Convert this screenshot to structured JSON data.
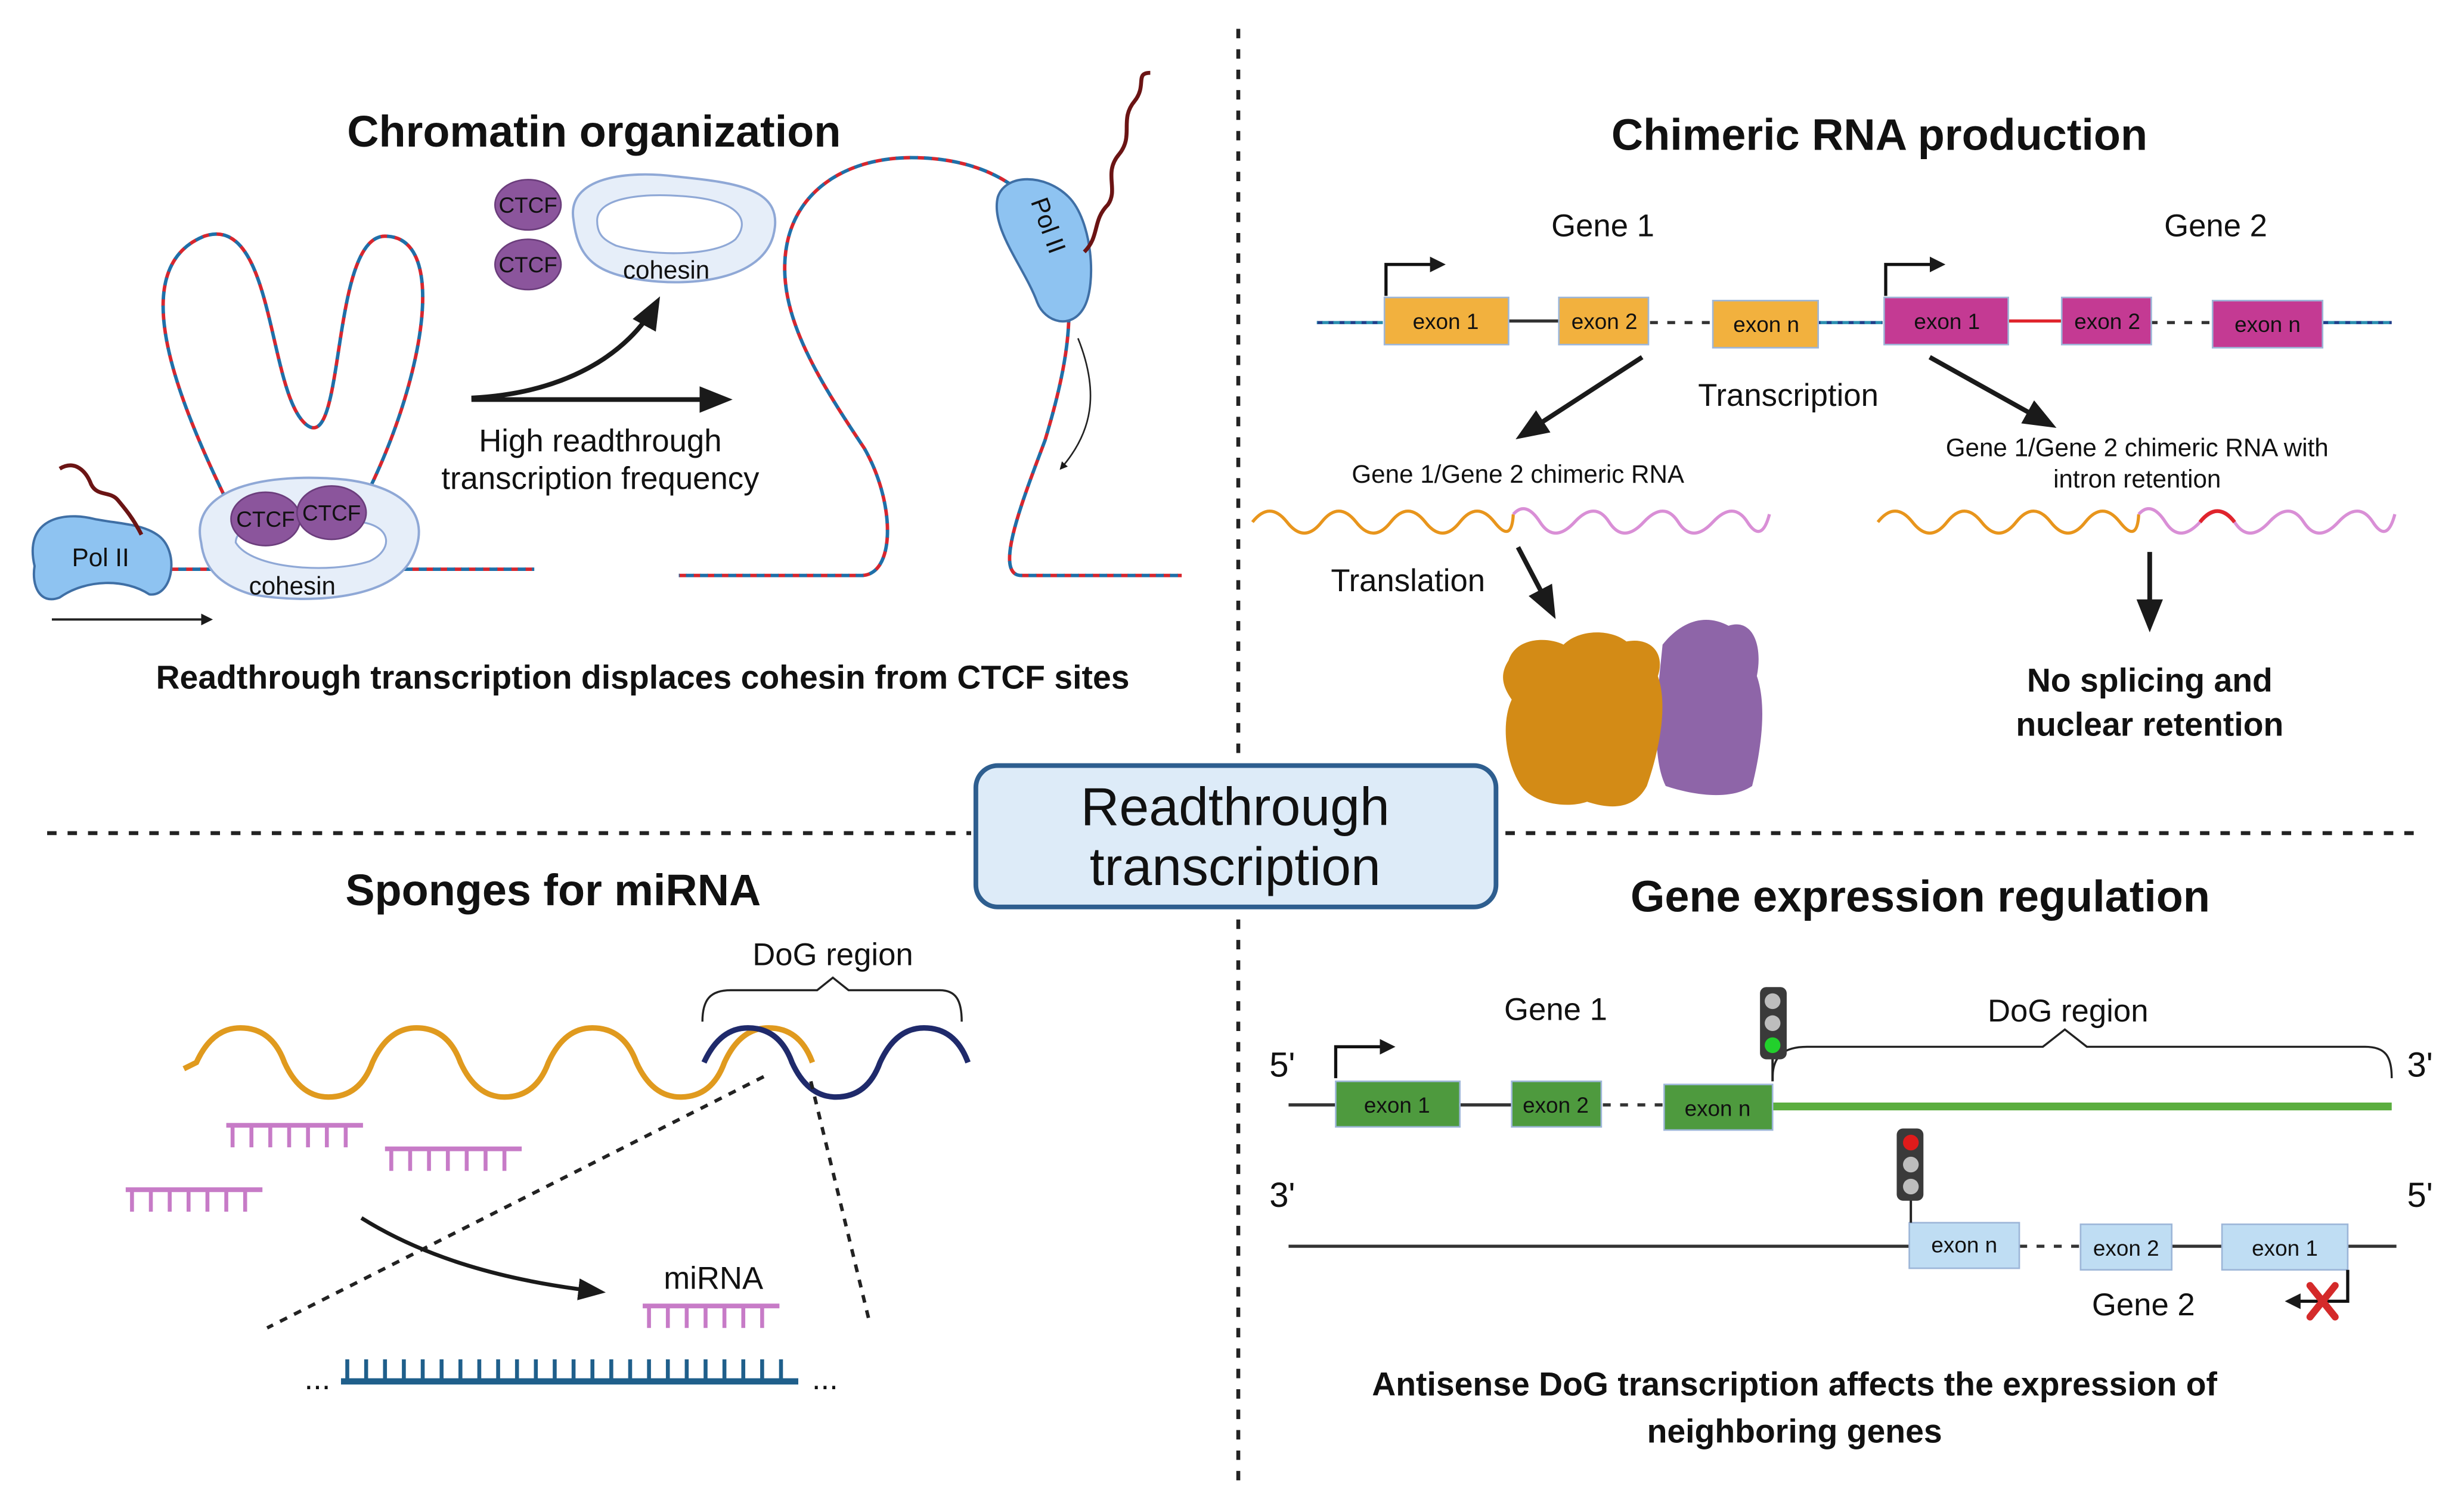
{
  "center": {
    "line1": "Readthrough",
    "line2": "transcription"
  },
  "chromatin": {
    "title": "Chromatin organization",
    "pol_ii": "Pol II",
    "ctcf": "CTCF",
    "cohesin": "cohesin",
    "arrow_label_1": "High readthrough",
    "arrow_label_2": "transcription frequency",
    "caption": "Readthrough transcription displaces cohesin from CTCF sites"
  },
  "chimeric": {
    "title": "Chimeric RNA production",
    "gene1": "Gene 1",
    "gene2": "Gene 2",
    "exons": [
      "exon 1",
      "exon 2",
      "exon n"
    ],
    "transcription": "Transcription",
    "rna_left": "Gene 1/Gene 2 chimeric RNA",
    "rna_right_1": "Gene 1/Gene 2 chimeric RNA with",
    "rna_right_2": "intron retention",
    "translation": "Translation",
    "outcome_1": "No splicing and",
    "outcome_2": "nuclear retention",
    "colors": {
      "gene1_exon": "#F2B13E",
      "gene2_exon": "#C43A93",
      "rna_gene1": "#E8951C",
      "rna_gene2": "#D98FD6",
      "intron": "#E0242C"
    }
  },
  "sponges": {
    "title": "Sponges for miRNA",
    "dog_region": "DoG region",
    "mirna": "miRNA",
    "ellipsis": "...",
    "colors": {
      "transcript": "#E09A1E",
      "dog": "#1F2A6B",
      "mirna": "#C77BC7",
      "target": "#1F5F8B"
    }
  },
  "regulation": {
    "title": "Gene expression regulation",
    "gene1": "Gene 1",
    "gene2": "Gene 2",
    "dog_region": "DoG region",
    "five_prime": "5'",
    "three_prime": "3'",
    "exons_top": [
      "exon 1",
      "exon 2",
      "exon n"
    ],
    "exons_bottom": [
      "exon n",
      "exon 2",
      "exon 1"
    ],
    "caption_1": "Antisense DoG transcription affects the expression of",
    "caption_2": "neighboring genes",
    "colors": {
      "gene1_exon": "#4E9A3E",
      "dog_line": "#5BAE3F",
      "gene2_exon": "#BFDDF3",
      "light_go": "#22D02C",
      "light_stop": "#E01B1B"
    }
  }
}
